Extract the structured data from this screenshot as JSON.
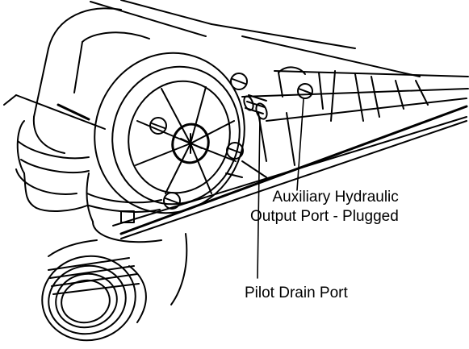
{
  "callouts": {
    "auxiliary_port": {
      "line1": "Auxiliary Hydraulic",
      "line2": "Output Port - Plugged"
    },
    "pilot_drain_port": {
      "text": "Pilot Drain Port"
    }
  },
  "colors": {
    "ink": "#000000",
    "paper": "#ffffff"
  }
}
